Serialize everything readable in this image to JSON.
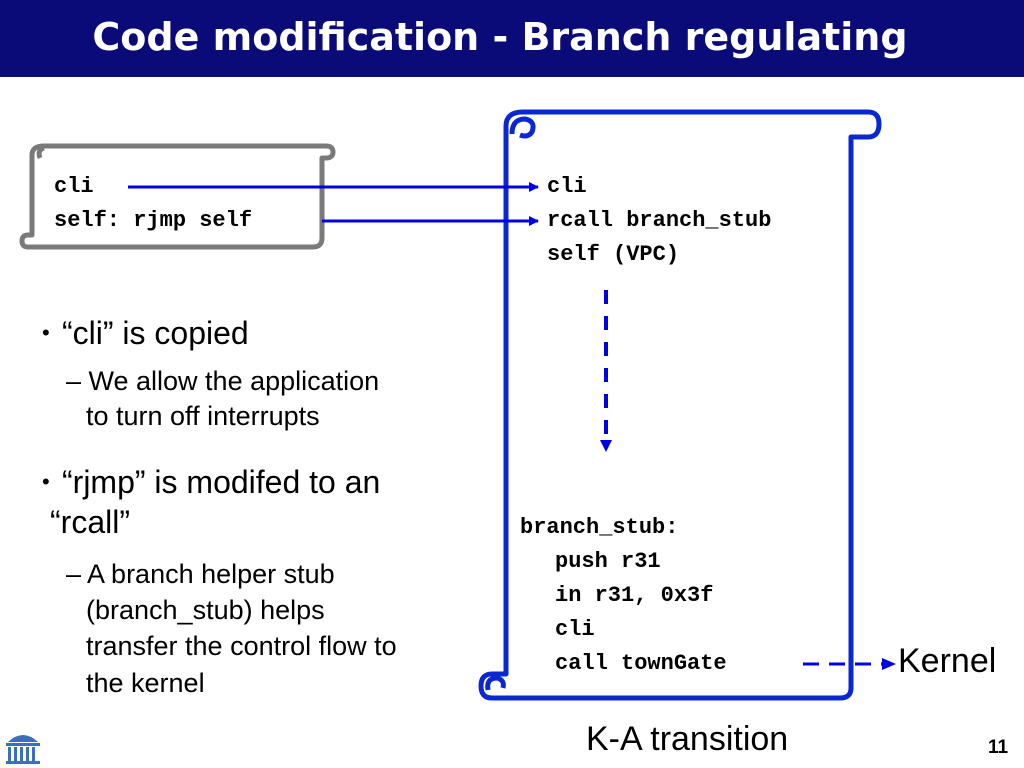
{
  "slide": {
    "title": "Code modification - Branch regulating",
    "page_number": "11"
  },
  "original_code": {
    "lines": [
      "cli",
      "self: rjmp self"
    ]
  },
  "modified_code": {
    "lines": [
      "cli",
      "rcall branch_stub",
      "self (VPC)"
    ]
  },
  "branch_stub": {
    "label": "branch_stub:",
    "lines": [
      "push r31",
      "in r31, 0x3f",
      "cli",
      "call townGate"
    ]
  },
  "bullets": [
    {
      "text": "“cli” is copied",
      "subs": [
        "– We allow the application",
        "to turn off interrupts"
      ]
    },
    {
      "text_lines": [
        "“rjmp” is modifed to an",
        "“rcall”"
      ],
      "subs": [
        "– A branch helper stub",
        "(branch_stub) helps",
        "transfer the control flow to",
        "the kernel"
      ]
    }
  ],
  "labels": {
    "kernel": "Kernel",
    "transition": "K-A transition"
  },
  "icons": {
    "bullet_glyph": "•",
    "logo": "rotunda-logo"
  },
  "colors": {
    "title_bar": "#0a0a78",
    "scroll_blue": "#0a28d2",
    "scroll_gray": "#7a7a7a",
    "arrow_blue": "#0000e0"
  }
}
